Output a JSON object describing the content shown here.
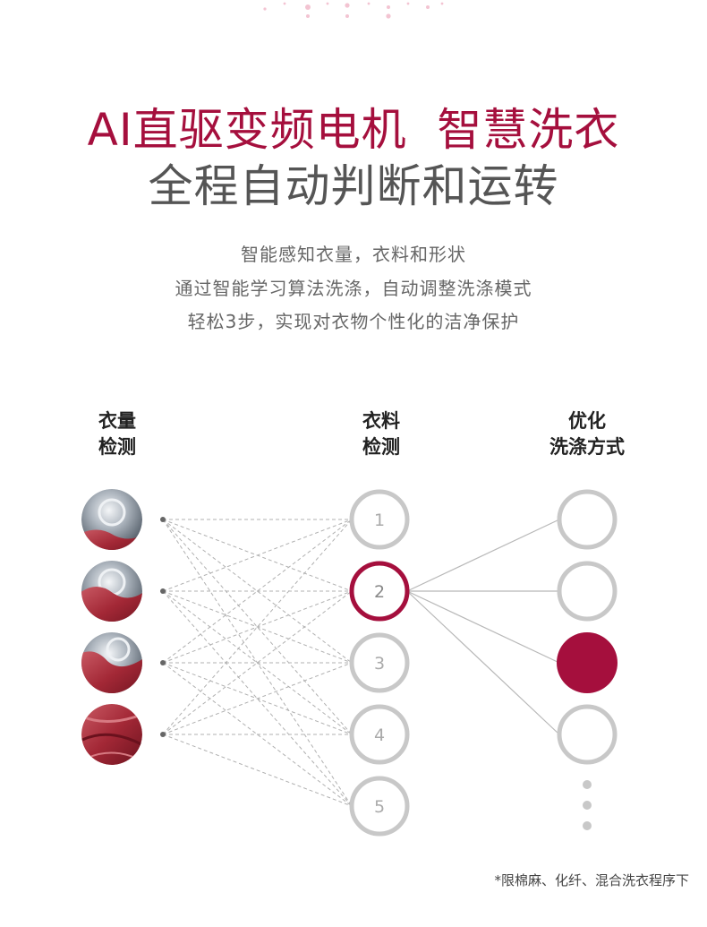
{
  "headline": {
    "line1": "AI直驱变频电机  智慧洗衣",
    "line2": "全程自动判断和运转"
  },
  "description": [
    "智能感知衣量，衣料和形状",
    "通过智能学习算法洗涤，自动调整洗涤模式",
    "轻松3步，实现对衣物个性化的洁净保护"
  ],
  "columns": {
    "load": [
      "衣量",
      "检测"
    ],
    "fabric": [
      "衣料",
      "检测"
    ],
    "optimize": [
      "优化",
      "洗涤方式"
    ]
  },
  "fabric_nodes": [
    "1",
    "2",
    "3",
    "4",
    "5"
  ],
  "selected_fabric": "2",
  "selected_option_index": 3,
  "footnote": "*限棉麻、化纤、混合洗衣程序下",
  "colors": {
    "accent": "#a50f3d",
    "ring": "#c8c8c8",
    "dashed_line": "#b0b0b0",
    "text_dark": "#222222"
  }
}
